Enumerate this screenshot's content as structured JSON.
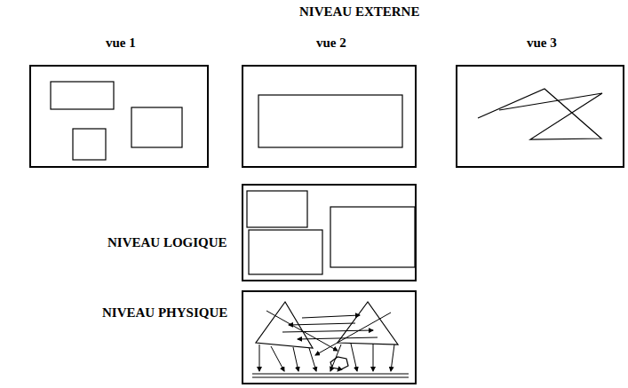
{
  "diagram": {
    "title": "NIVEAU EXTERNE",
    "nodes": [
      {
        "text": [
          "vue 1"
        ]
      },
      {
        "text": [
          "vue 2"
        ]
      },
      {
        "text": [
          "vue 3"
        ]
      },
      {
        "text": [
          "NIVEAU LOGIQUE"
        ]
      },
      {
        "text": [
          "NIVEAU PHYSIQUE"
        ]
      }
    ]
  }
}
